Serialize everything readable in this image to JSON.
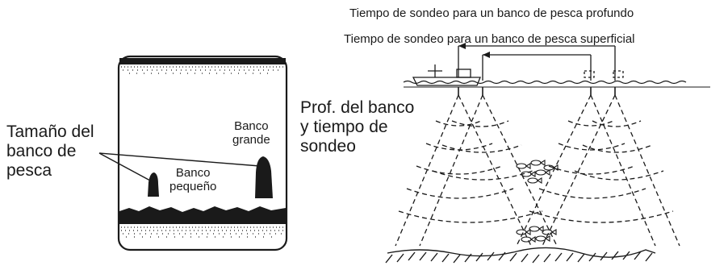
{
  "diagram": {
    "left_panel": {
      "size_label_line1": "Tamaño del",
      "size_label_line2": "banco de",
      "size_label_line3": "pesca",
      "big_school_line1": "Banco",
      "big_school_line2": "grande",
      "small_school_line1": "Banco",
      "small_school_line2": "pequeño"
    },
    "right_panel": {
      "deep_school_time": "Tiempo de sondeo para un banco de pesca profundo",
      "shallow_school_time": "Tiempo de sondeo para un banco de pesca superficial",
      "depth_label_line1": "Prof. del banco",
      "depth_label_line2": "y tiempo de",
      "depth_label_line3": "sondeo"
    }
  },
  "colors": {
    "ink": "#1a1a1a",
    "background": "#ffffff"
  }
}
